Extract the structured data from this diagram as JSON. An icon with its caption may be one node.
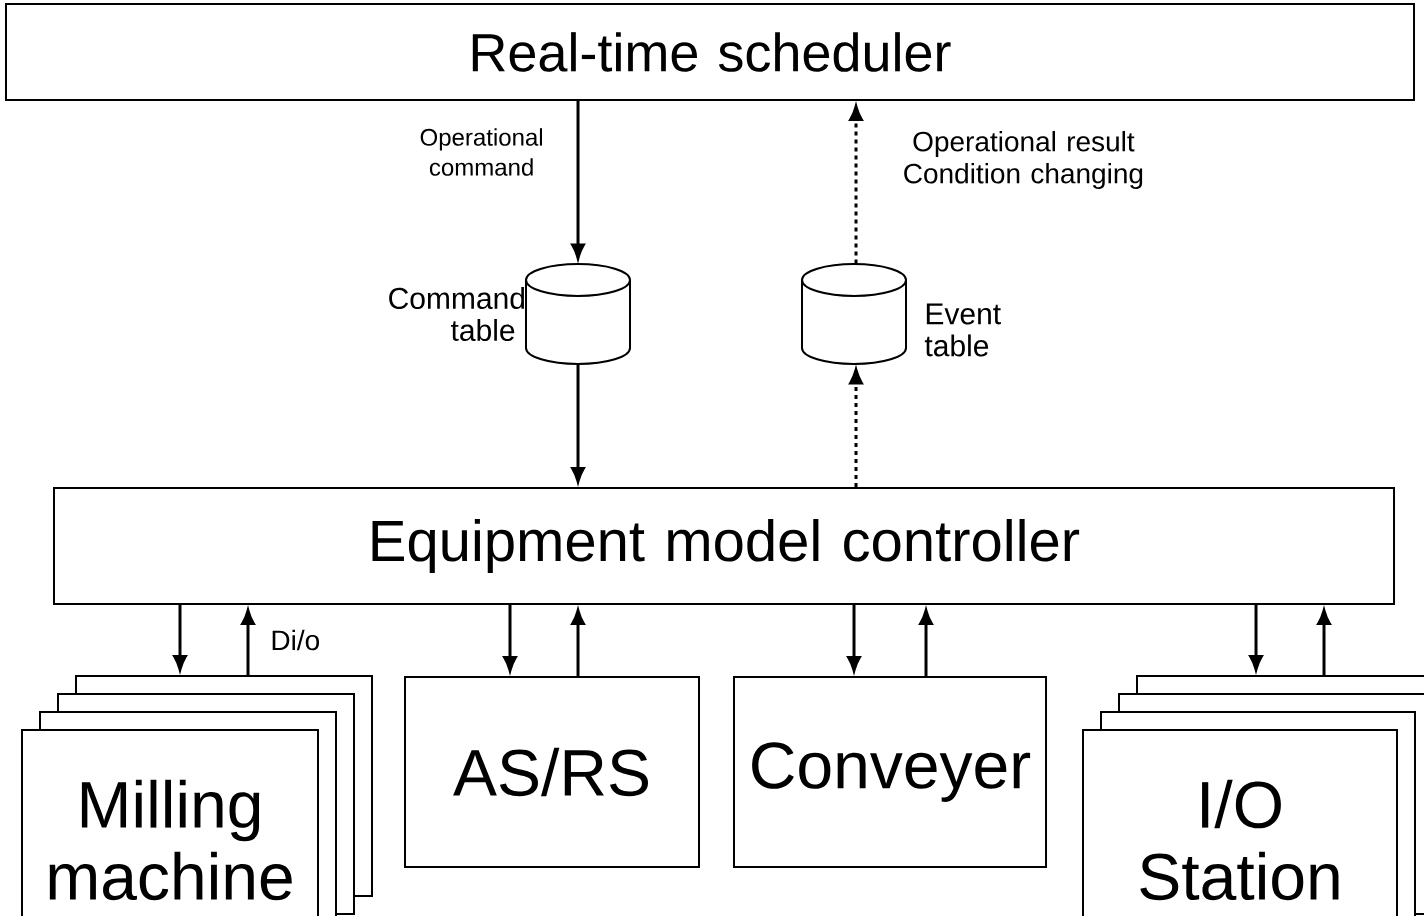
{
  "diagram": {
    "nodes": [
      {
        "text": [
          "Real-time scheduler"
        ]
      },
      {
        "text": [],
        "shape": "cylinder",
        "beside": [
          "Command table"
        ]
      },
      {
        "text": [],
        "shape": "cylinder",
        "beside": [
          "Event table"
        ]
      },
      {
        "text": [
          "Equipment model controller"
        ]
      },
      {
        "text": [
          "Milling machine"
        ]
      },
      {
        "text": [
          "AS/RS"
        ]
      },
      {
        "text": [
          "Conveyer"
        ]
      },
      {
        "text": [
          "I/O Station"
        ]
      }
    ],
    "edges": [
      {
        "from": 0,
        "to": 1,
        "arrow": "to",
        "label": "Operational command"
      },
      {
        "from": 1,
        "to": 3,
        "arrow": "to"
      },
      {
        "from": 3,
        "to": 2,
        "arrow": "to",
        "style": "dashed"
      },
      {
        "from": 2,
        "to": 0,
        "arrow": "to",
        "style": "dashed",
        "label": "Operational result Condition changing"
      },
      {
        "from": 3,
        "to": 4,
        "arrow": "to"
      },
      {
        "from": 4,
        "to": 3,
        "arrow": "to",
        "label": "Di/o"
      },
      {
        "from": 3,
        "to": 5,
        "arrow": "to"
      },
      {
        "from": 5,
        "to": 3,
        "arrow": "to"
      },
      {
        "from": 3,
        "to": 6,
        "arrow": "to"
      },
      {
        "from": 6,
        "to": 3,
        "arrow": "to"
      },
      {
        "from": 3,
        "to": 7,
        "arrow": "to"
      },
      {
        "from": 7,
        "to": 3,
        "arrow": "to"
      }
    ]
  }
}
